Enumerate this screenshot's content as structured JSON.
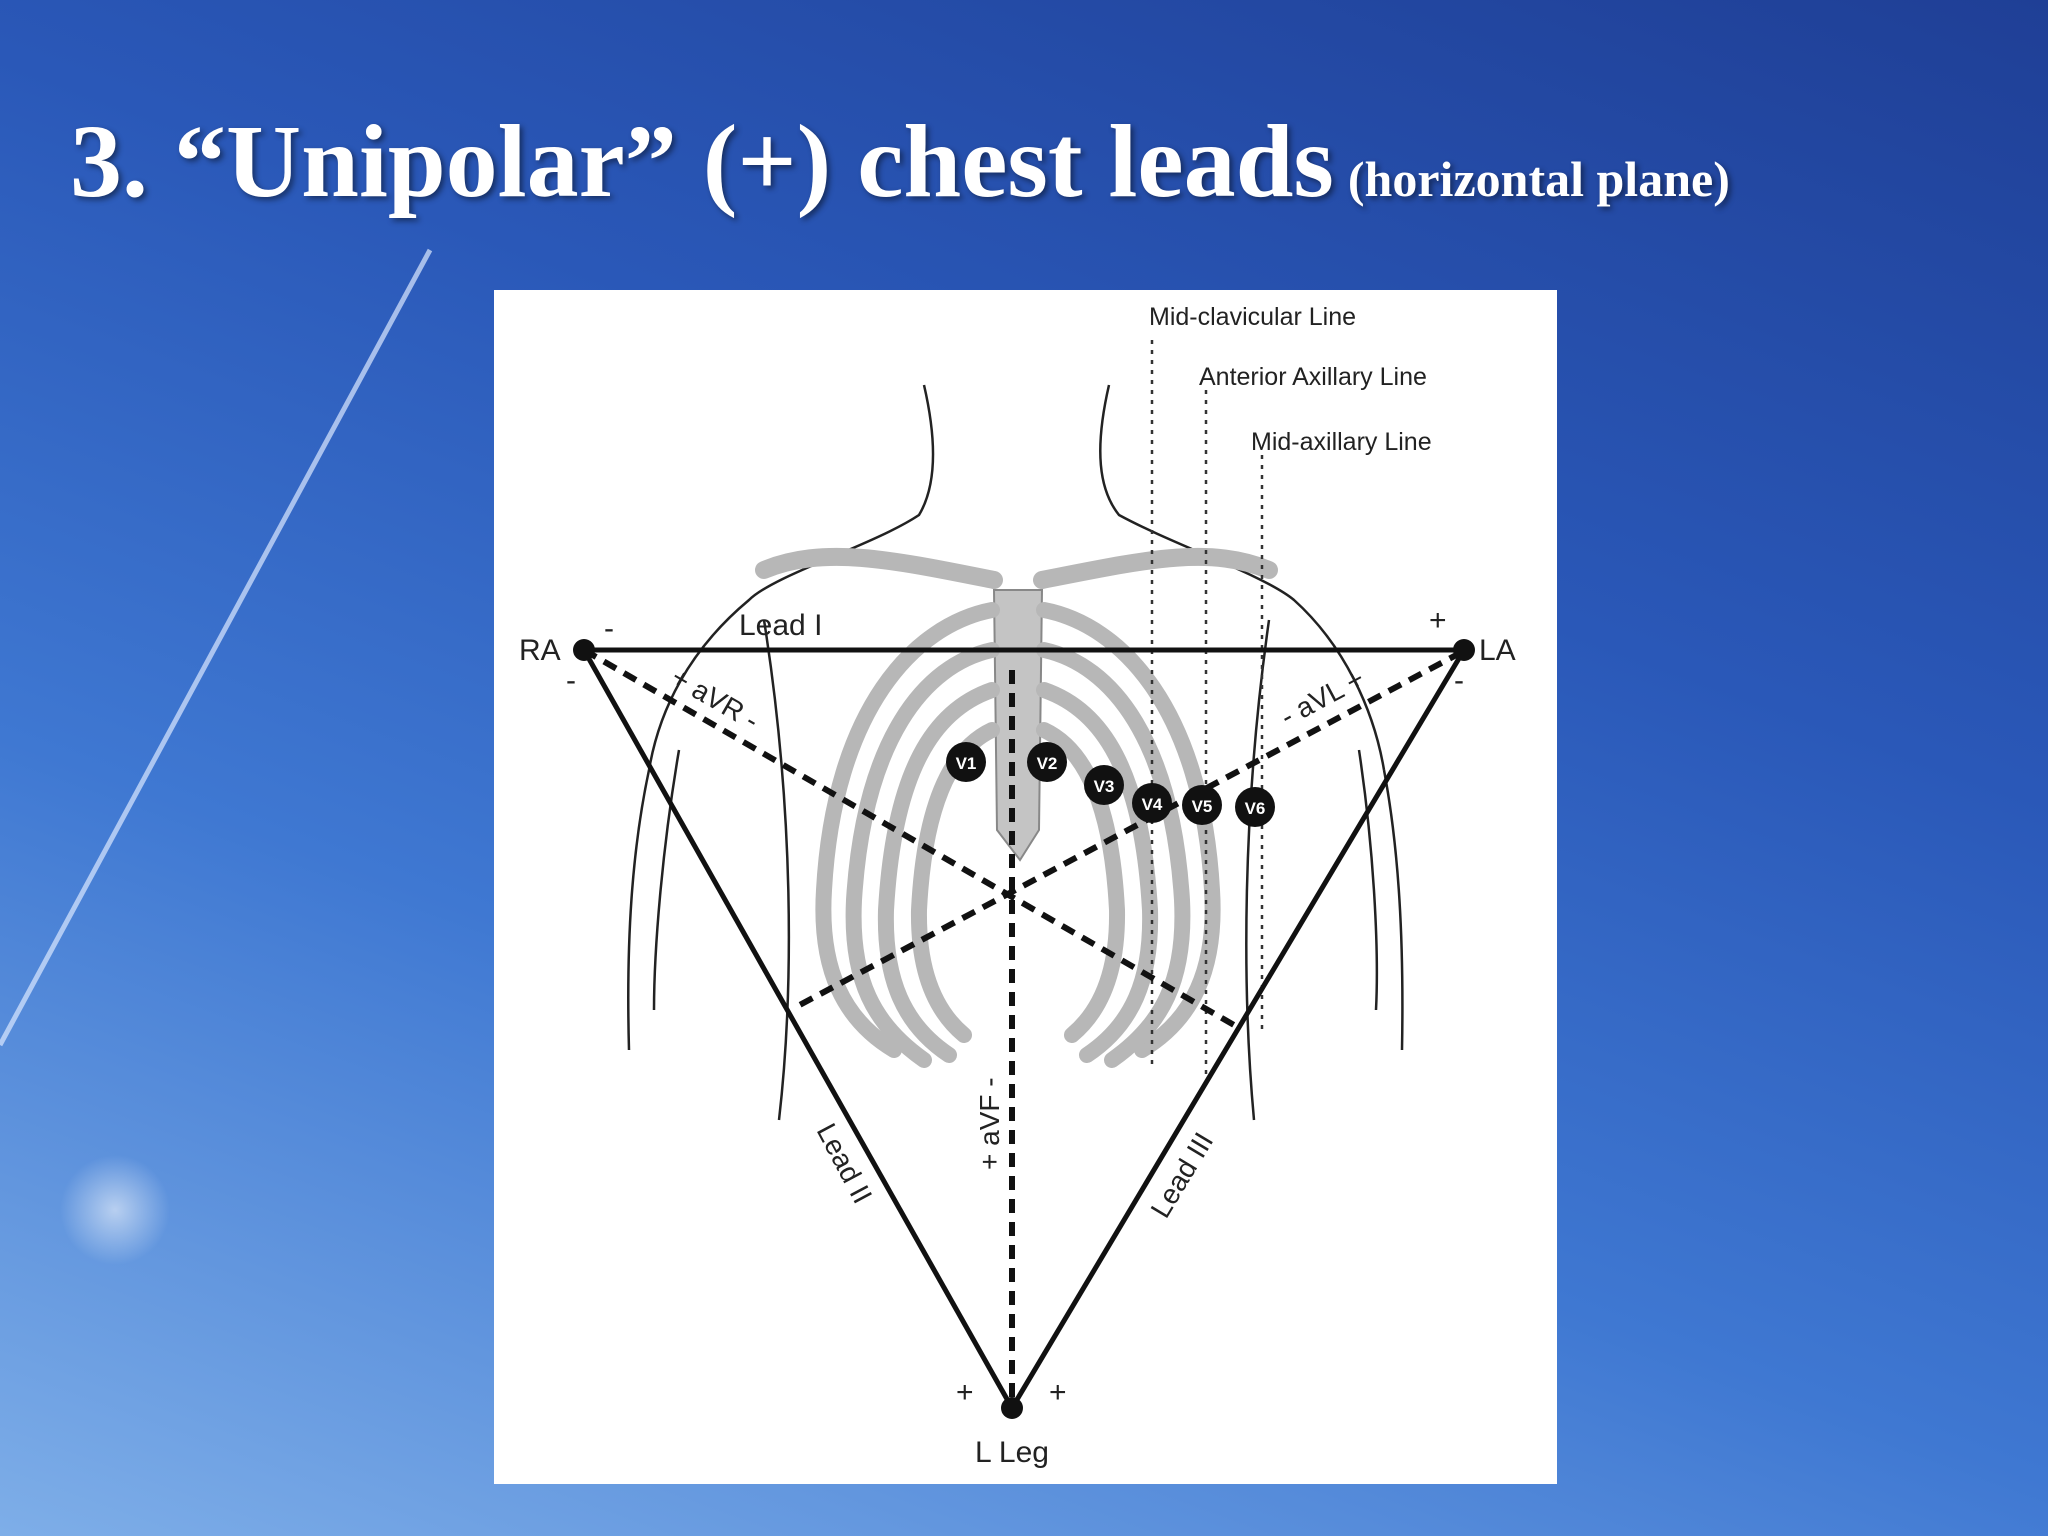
{
  "slide": {
    "title_main": "3. “Unipolar” (+) chest leads",
    "title_sub": "(horizontal plane)"
  },
  "diagram": {
    "reference_lines": {
      "mid_clavicular": "Mid-clavicular Line",
      "anterior_axillary": "Anterior Axillary Line",
      "mid_axillary": "Mid-axillary Line"
    },
    "limb_points": {
      "ra": "RA",
      "la": "LA",
      "leg": "L Leg"
    },
    "leads": {
      "lead_i": "Lead I",
      "lead_ii": "Lead II",
      "lead_iii": "Lead III",
      "avr": "+ aVR -",
      "avl": "- aVL +",
      "avf": "+ aVF -"
    },
    "electrodes": [
      "V1",
      "V2",
      "V3",
      "V4",
      "V5",
      "V6"
    ],
    "signs": {
      "plus": "+",
      "minus": "-"
    }
  },
  "colors": {
    "background_top": "#1f3f96",
    "background_bottom": "#7eaee8",
    "title": "#ffffff"
  }
}
